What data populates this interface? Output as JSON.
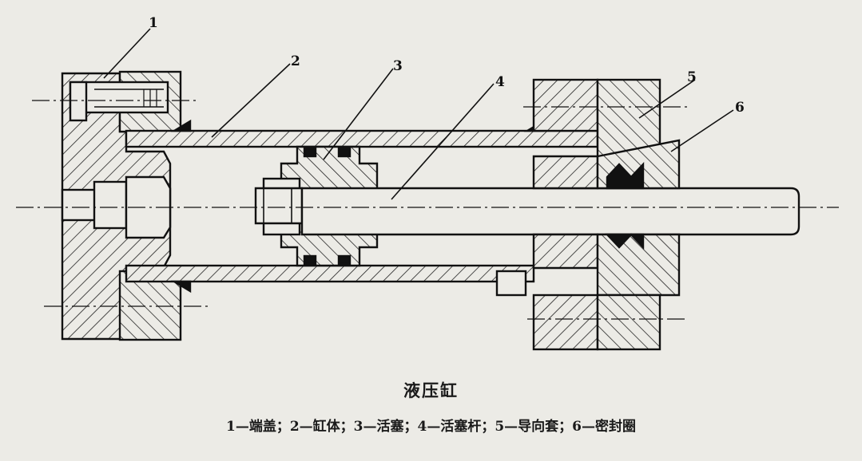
{
  "diagram": {
    "title": "液压缸",
    "legend": "1—端盖；2—缸体；3—活塞；4—活塞杆；5—导向套；6—密封圈",
    "callouts": [
      {
        "number": "1",
        "part": "端盖"
      },
      {
        "number": "2",
        "part": "缸体"
      },
      {
        "number": "3",
        "part": "活塞"
      },
      {
        "number": "4",
        "part": "活塞杆"
      },
      {
        "number": "5",
        "part": "导向套"
      },
      {
        "number": "6",
        "part": "密封圈"
      }
    ]
  },
  "colors": {
    "background": "#ecebe6",
    "ink": "#111111"
  }
}
